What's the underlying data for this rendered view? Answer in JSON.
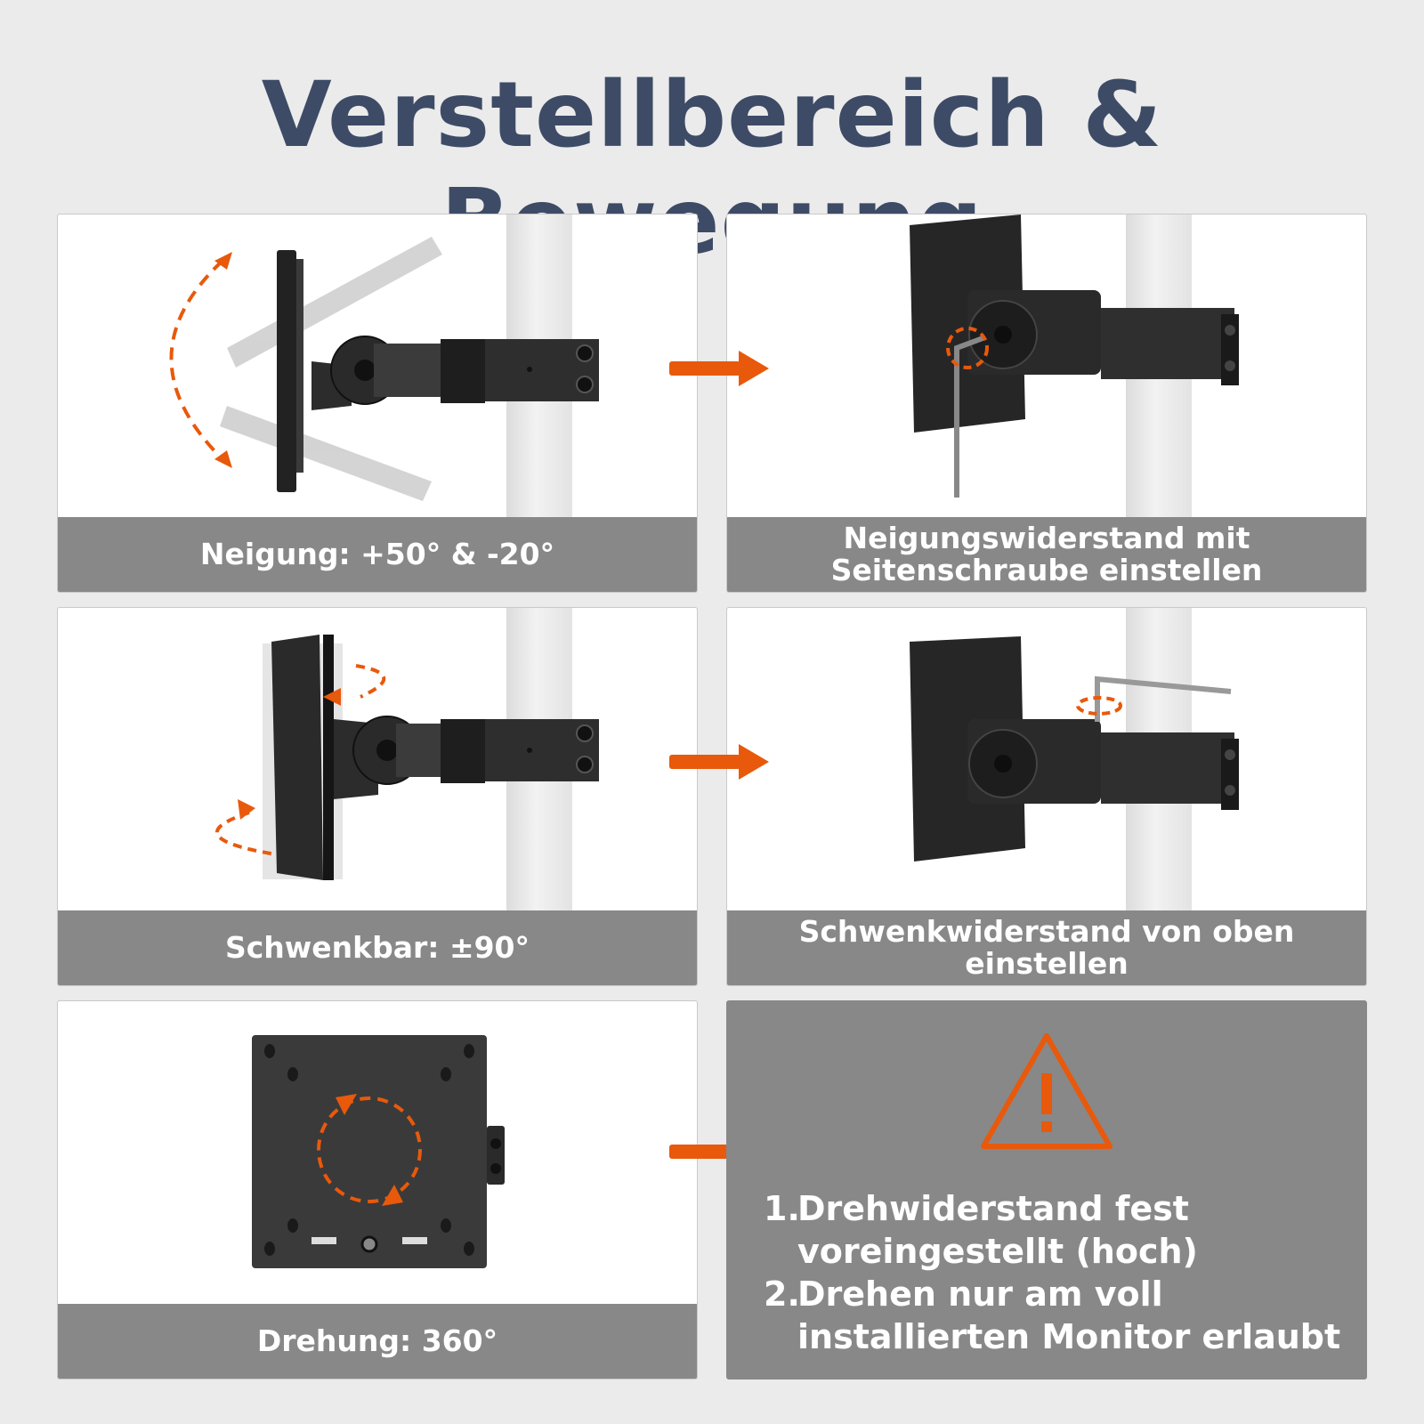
{
  "page": {
    "title": "Verstellbereich & Bewegung",
    "accent_color": "#e8590c",
    "title_color": "#3d4b66",
    "caption_bg": "#888888"
  },
  "cards": [
    {
      "id": "tilt",
      "caption_lines": [
        "Neigung: +50° & -20°"
      ],
      "icon": "tilt-arc-arrows"
    },
    {
      "id": "tilt-adjust",
      "caption_lines": [
        "Neigungswiderstand mit",
        "Seitenschraube einstellen"
      ],
      "icon": "allen-key-side"
    },
    {
      "id": "swivel",
      "caption_lines": [
        "Schwenkbar: ±90°"
      ],
      "icon": "swivel-arrows"
    },
    {
      "id": "swivel-adjust",
      "caption_lines": [
        "Schwenkwiderstand von oben einstellen"
      ],
      "icon": "allen-key-top"
    },
    {
      "id": "rotate",
      "caption_lines": [
        "Drehung: 360°"
      ],
      "icon": "rotate-circle-arrows"
    }
  ],
  "notice": {
    "icon": "warning-triangle",
    "items": [
      {
        "num": "1.",
        "line1": "Drehwiderstand fest",
        "line2": "voreingestellt (hoch)"
      },
      {
        "num": "2.",
        "line1": "Drehen nur am voll",
        "line2": "installierten Monitor erlaubt"
      }
    ]
  },
  "arrows": [
    "arrow-right",
    "arrow-right",
    "arrow-right"
  ]
}
